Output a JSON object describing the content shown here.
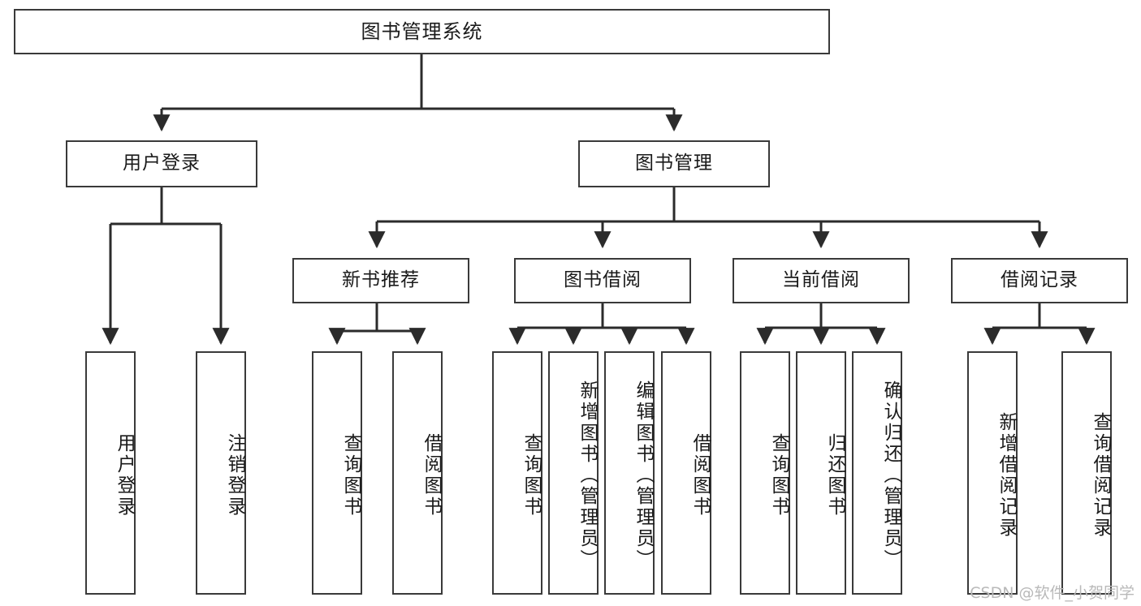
{
  "diagram": {
    "type": "tree-hierarchy",
    "title": "图书管理系统",
    "orientation": "top-down",
    "watermark": "CSDN @软件_小贺同学",
    "colors": {
      "box_border": "#3a3a3a",
      "box_fill": "#ffffff",
      "edge": "#2b2b2b",
      "text": "#1a1a1a",
      "watermark": "#b9b9b9"
    },
    "nodes": {
      "root": {
        "label": "图书管理系统"
      },
      "level2": [
        {
          "id": "user-login",
          "label": "用户登录"
        },
        {
          "id": "book-manage",
          "label": "图书管理"
        }
      ],
      "level3": [
        {
          "id": "new-book-rec",
          "label": "新书推荐"
        },
        {
          "id": "book-borrow",
          "label": "图书借阅"
        },
        {
          "id": "current-borrow",
          "label": "当前借阅"
        },
        {
          "id": "borrow-record",
          "label": "借阅记录"
        }
      ],
      "leaves": {
        "user-login": [
          {
            "id": "leaf-user-login",
            "label": "用户登录"
          },
          {
            "id": "leaf-logout",
            "label": "注销登录"
          }
        ],
        "new-book-rec": [
          {
            "id": "leaf-query-book-1",
            "label": "查询图书"
          },
          {
            "id": "leaf-borrow-book-1",
            "label": "借阅图书"
          }
        ],
        "book-borrow": [
          {
            "id": "leaf-query-book-2",
            "label": "查询图书"
          },
          {
            "id": "leaf-add-book",
            "label": "新增图书（管理员）"
          },
          {
            "id": "leaf-edit-book",
            "label": "编辑图书（管理员）"
          },
          {
            "id": "leaf-borrow-book-2",
            "label": "借阅图书"
          }
        ],
        "current-borrow": [
          {
            "id": "leaf-query-book-3",
            "label": "查询图书"
          },
          {
            "id": "leaf-return-book",
            "label": "归还图书"
          },
          {
            "id": "leaf-confirm-return",
            "label": "确认归还（管理员）"
          }
        ],
        "borrow-record": [
          {
            "id": "leaf-add-record",
            "label": "新增借阅记录"
          },
          {
            "id": "leaf-query-record",
            "label": "查询借阅记录"
          }
        ]
      }
    }
  }
}
